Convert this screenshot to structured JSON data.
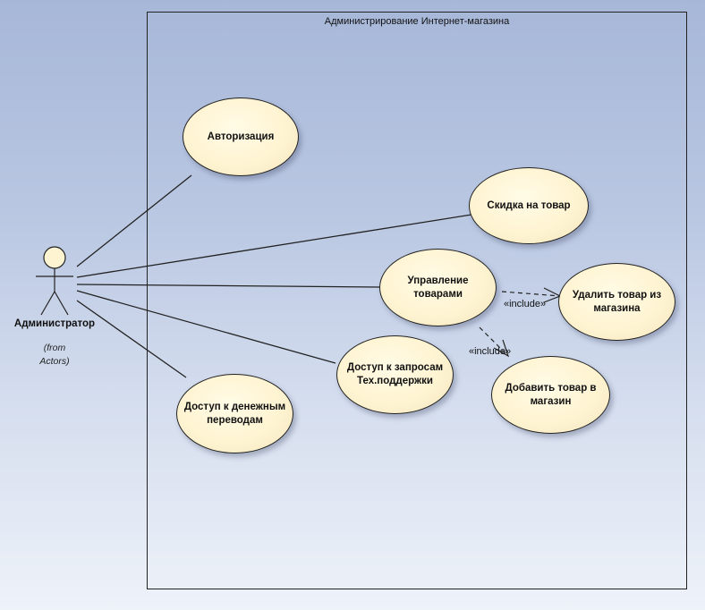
{
  "boundary": {
    "title": "Администрирование Интернет-магазина"
  },
  "actor": {
    "name": "Администратор",
    "from": "(from\nActors)"
  },
  "use_cases": {
    "auth": "Авторизация",
    "discount": "Скидка на товар",
    "manage": "Управление\nтоварами",
    "delete": "Удалить товар из\nмагазина",
    "add": "Добавить товар в\nмагазин",
    "support": "Доступ к запросам\nТех.поддержки",
    "money": "Доступ к денежным\nпереводам"
  },
  "stereotypes": {
    "include1": "«include»",
    "include2": "«include»"
  },
  "colors": {
    "usecase_fill": "#fff4d2",
    "line": "#222222",
    "background": "#b9c7e2"
  }
}
